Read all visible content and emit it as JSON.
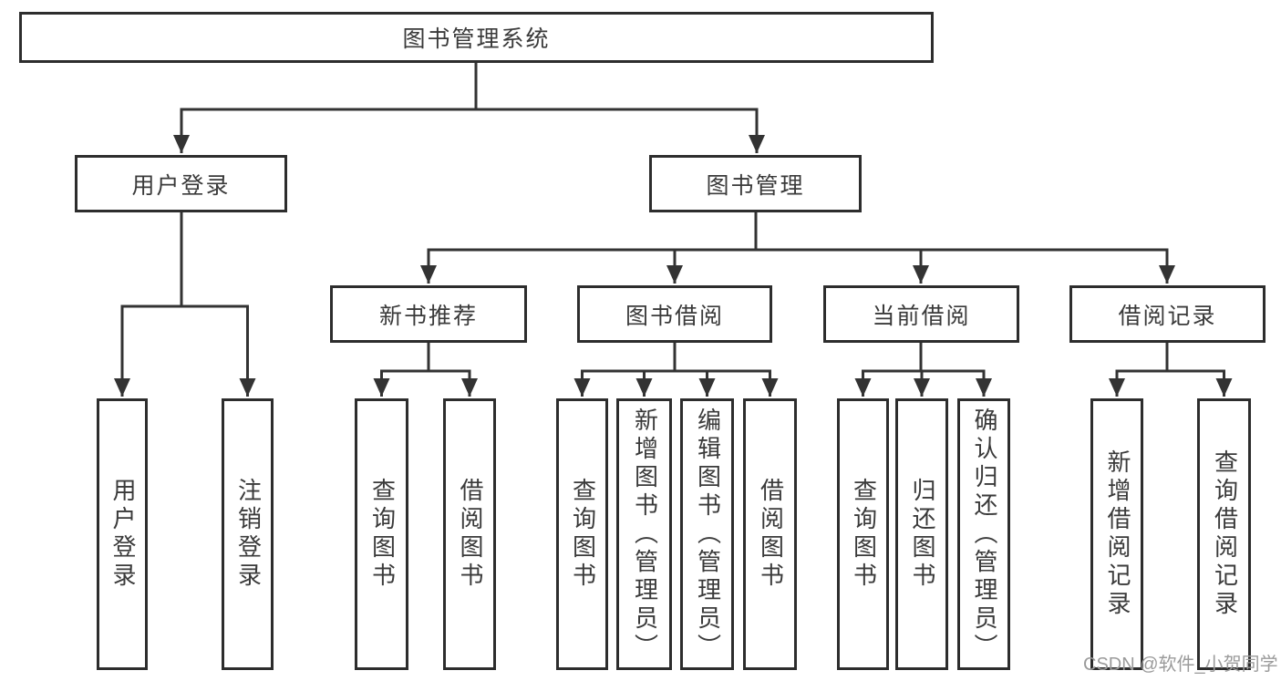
{
  "diagram": {
    "root": {
      "label": "图书管理系统"
    },
    "level2": [
      {
        "id": "user-login",
        "label": "用户登录"
      },
      {
        "id": "book-management",
        "label": "图书管理"
      }
    ],
    "level3": [
      {
        "id": "new-book-recommend",
        "label": "新书推荐"
      },
      {
        "id": "book-borrow",
        "label": "图书借阅"
      },
      {
        "id": "current-borrow",
        "label": "当前借阅"
      },
      {
        "id": "borrow-records",
        "label": "借阅记录"
      }
    ],
    "leaves": [
      {
        "id": "user-login",
        "label": "用户登录"
      },
      {
        "id": "logout",
        "label": "注销登录"
      },
      {
        "id": "nb-query-books",
        "label": "查询图书"
      },
      {
        "id": "nb-borrow-books",
        "label": "借阅图书"
      },
      {
        "id": "bb-query-books",
        "label": "查询图书"
      },
      {
        "id": "bb-add-books-admin",
        "label": "新增图书（管理员）"
      },
      {
        "id": "bb-edit-books-admin",
        "label": "编辑图书（管理员）"
      },
      {
        "id": "bb-borrow-books",
        "label": "借阅图书"
      },
      {
        "id": "cb-query-books",
        "label": "查询图书"
      },
      {
        "id": "cb-return-books",
        "label": "归还图书"
      },
      {
        "id": "cb-confirm-return-admin",
        "label": "确认归还（管理员）"
      },
      {
        "id": "br-add-record",
        "label": "新增借阅记录"
      },
      {
        "id": "br-query-record",
        "label": "查询借阅记录"
      }
    ],
    "colors": {
      "line": "#333333",
      "box_border": "#2d2d2d",
      "text": "#3a3a3a",
      "watermark": "#9b9b9b",
      "background": "#ffffff"
    }
  },
  "watermark": {
    "text": "CSDN @软件_小贺同学"
  }
}
